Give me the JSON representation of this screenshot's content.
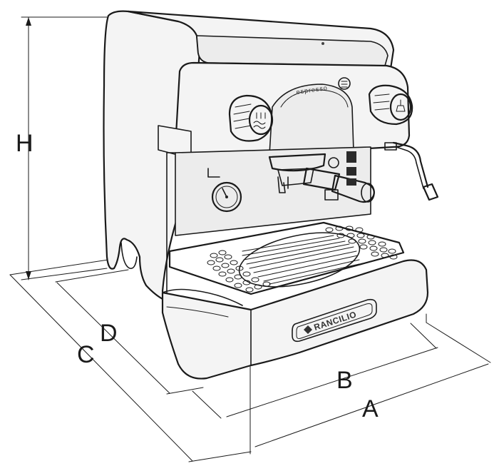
{
  "figure": {
    "dimension_labels": {
      "h": "H",
      "a": "A",
      "b": "B",
      "c": "C",
      "d": "D"
    },
    "front_label": "espresso",
    "brand_logo": "RANCILIO"
  }
}
